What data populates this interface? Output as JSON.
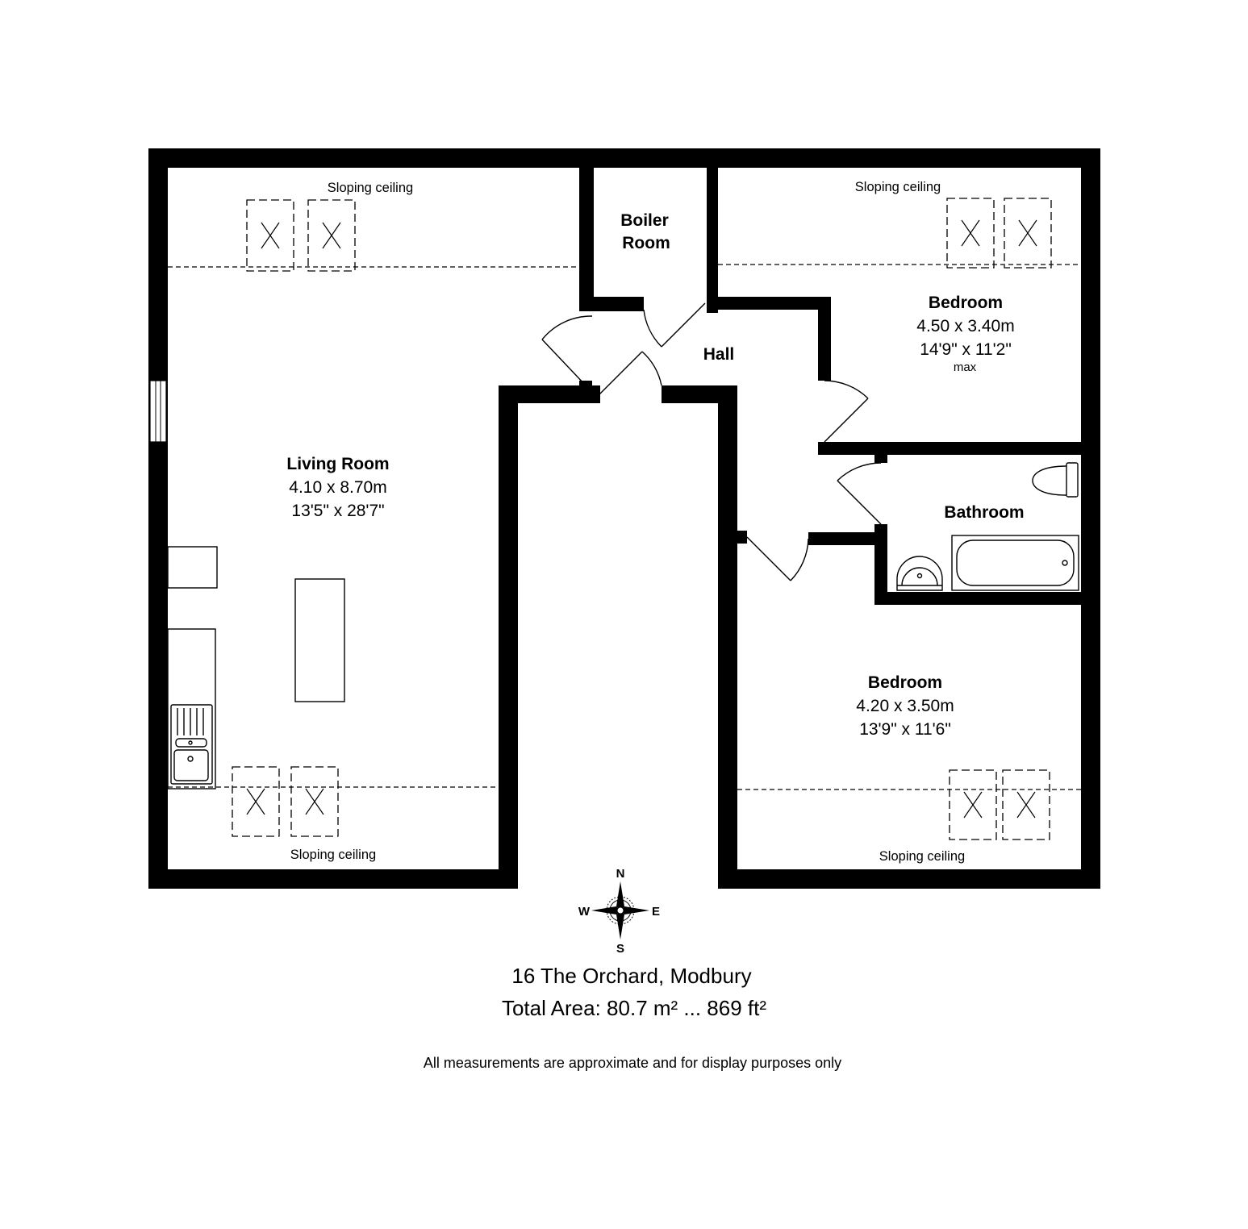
{
  "rooms": {
    "living": {
      "name": "Living Room",
      "metric": "4.10 x 8.70m",
      "imperial": "13'5\" x 28'7\""
    },
    "boiler": {
      "name_line1": "Boiler",
      "name_line2": "Room"
    },
    "hall": {
      "name": "Hall"
    },
    "bedroom1": {
      "name": "Bedroom",
      "metric": "4.50 x 3.40m",
      "imperial": "14'9\" x 11'2\"",
      "note": "max"
    },
    "bathroom": {
      "name": "Bathroom"
    },
    "bedroom2": {
      "name": "Bedroom",
      "metric": "4.20 x 3.50m",
      "imperial": "13'9\" x 11'6\""
    }
  },
  "sloping_ceiling_label": "Sloping ceiling",
  "compass": {
    "n": "N",
    "s": "S",
    "e": "E",
    "w": "W"
  },
  "footer": {
    "address": "16 The Orchard, Modbury",
    "total_area": "Total Area: 80.7 m² ... 869 ft²",
    "disclaimer": "All measurements are approximate and for display purposes only"
  },
  "colors": {
    "wall": "#000000",
    "background": "#ffffff"
  }
}
